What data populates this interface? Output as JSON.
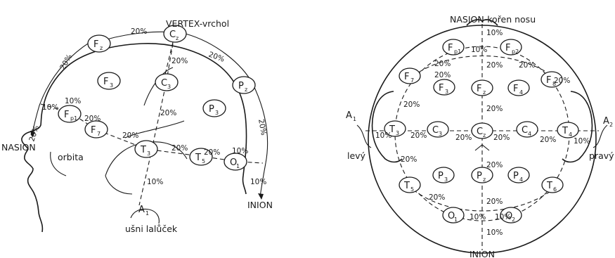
{
  "left_diagram": {
    "vertex_label": "VERTEX-vrchol",
    "nasion_label": "NASION",
    "orbita_label": "orbita",
    "inion_label": "INION",
    "earlobe_label": "ušni lalůček",
    "a1_label": "A",
    "a1_sub": "1",
    "electrodes": [
      {
        "name": "Fz",
        "main": "F",
        "sub": "z"
      },
      {
        "name": "Cz",
        "main": "C",
        "sub": "z"
      },
      {
        "name": "Pz",
        "main": "P",
        "sub": "z"
      },
      {
        "name": "F3",
        "main": "F",
        "sub": "3"
      },
      {
        "name": "C3",
        "main": "C",
        "sub": "3"
      },
      {
        "name": "P3",
        "main": "P",
        "sub": "3"
      },
      {
        "name": "Fp1",
        "main": "F",
        "sub": "p1"
      },
      {
        "name": "F7",
        "main": "F",
        "sub": "7"
      },
      {
        "name": "T3",
        "main": "T",
        "sub": "3"
      },
      {
        "name": "T5",
        "main": "T",
        "sub": "5"
      },
      {
        "name": "O1",
        "main": "O",
        "sub": "1"
      }
    ],
    "percentages": [
      "20%",
      "20%",
      "20%",
      "20%",
      "20%",
      "20%",
      "10%",
      "20%",
      "20%",
      "20%",
      "20%",
      "20%",
      "10%",
      "10%",
      "10%",
      "10%"
    ]
  },
  "right_diagram": {
    "nasion_label": "NASION-kořen nosu",
    "inion_label": "INION",
    "left_label": "levý",
    "right_label": "pravý",
    "a1_label": "A",
    "a1_sub": "1",
    "a2_label": "A",
    "a2_sub": "2",
    "electrodes": [
      {
        "name": "Fp1",
        "main": "F",
        "sub": "p1"
      },
      {
        "name": "Fp2",
        "main": "F",
        "sub": "p2"
      },
      {
        "name": "F7",
        "main": "F",
        "sub": "7"
      },
      {
        "name": "F3",
        "main": "F",
        "sub": "3"
      },
      {
        "name": "Fz",
        "main": "F",
        "sub": "z"
      },
      {
        "name": "F4",
        "main": "F",
        "sub": "4"
      },
      {
        "name": "F8",
        "main": "F",
        "sub": "8"
      },
      {
        "name": "T3",
        "main": "T",
        "sub": "3"
      },
      {
        "name": "C3",
        "main": "C",
        "sub": "3"
      },
      {
        "name": "Cz",
        "main": "C",
        "sub": "z"
      },
      {
        "name": "C4",
        "main": "C",
        "sub": "4"
      },
      {
        "name": "T4",
        "main": "T",
        "sub": "4"
      },
      {
        "name": "T5",
        "main": "T",
        "sub": "5"
      },
      {
        "name": "P3",
        "main": "P",
        "sub": "3"
      },
      {
        "name": "Pz",
        "main": "P",
        "sub": "z"
      },
      {
        "name": "P4",
        "main": "P",
        "sub": "4"
      },
      {
        "name": "T6",
        "main": "T",
        "sub": "6"
      },
      {
        "name": "O1",
        "main": "O",
        "sub": "1"
      },
      {
        "name": "O2",
        "main": "O",
        "sub": "2"
      }
    ],
    "percentages": [
      "10%",
      "10%",
      "20%",
      "20%",
      "20%",
      "20%",
      "20%",
      "10%",
      "20%",
      "20%",
      "20%",
      "20%",
      "20%",
      "10%",
      "20%",
      "20%",
      "20%",
      "10%",
      "20%",
      "20%",
      "10%",
      "10%"
    ]
  }
}
